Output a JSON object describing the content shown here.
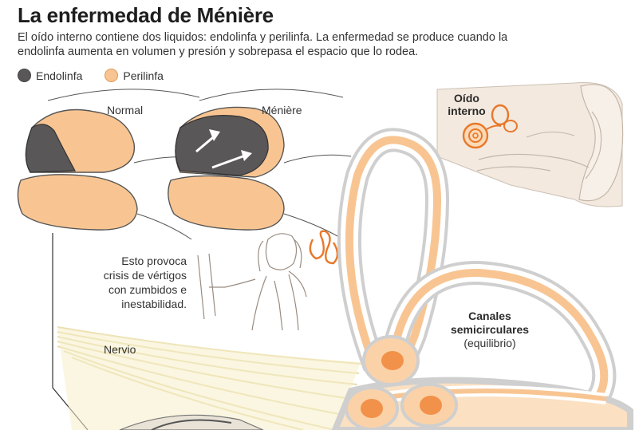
{
  "title": "La enfermedad de Ménière",
  "subtitle": "El oído interno contiene dos liquidos: endolinfa y perilinfa. La enfermedad se produce cuando la endolinfa aumenta en volumen y presión y sobrepasa el espacio que lo rodea.",
  "legend": [
    {
      "label": "Endolinfa",
      "color": "#5a5758"
    },
    {
      "label": "Perilinfa",
      "color": "#f8c592"
    }
  ],
  "labels": {
    "normal": "Normal",
    "meniere": "Ménière",
    "inner_ear_line1": "Oído",
    "inner_ear_line2": "interno",
    "symptoms_line1": "Esto provoca",
    "symptoms_line2": "crisis de vértigos",
    "symptoms_line3": "con zumbidos e",
    "symptoms_line4": "inestabilidad.",
    "nerve": "Nervio",
    "canals_line1": "Canales",
    "canals_line2": "semicirculares",
    "canals_line3": "(equilibrio)"
  },
  "colors": {
    "endolymph": "#5a5758",
    "perilymph": "#f8c592",
    "accent": "#e8782a",
    "skin": "#f3e9df"
  }
}
